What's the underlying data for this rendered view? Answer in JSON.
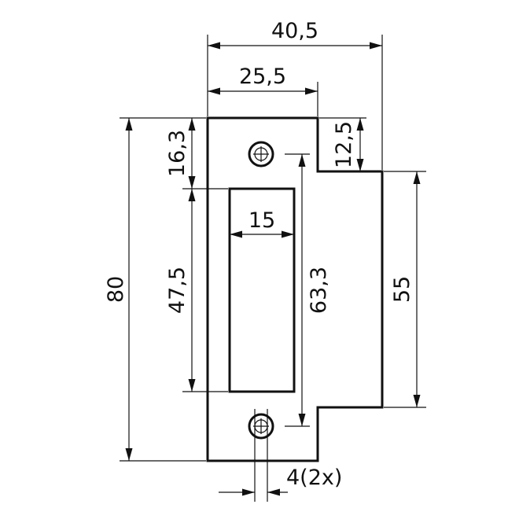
{
  "dimensions": {
    "overall_width": "40,5",
    "plate_width": "25,5",
    "overall_height": "80",
    "top_to_opening": "16,3",
    "opening_height": "47,5",
    "hole_spacing": "63,3",
    "opening_width": "15",
    "lip_offset": "12,5",
    "lip_height": "55",
    "hole_diameter": "4(2x)"
  }
}
